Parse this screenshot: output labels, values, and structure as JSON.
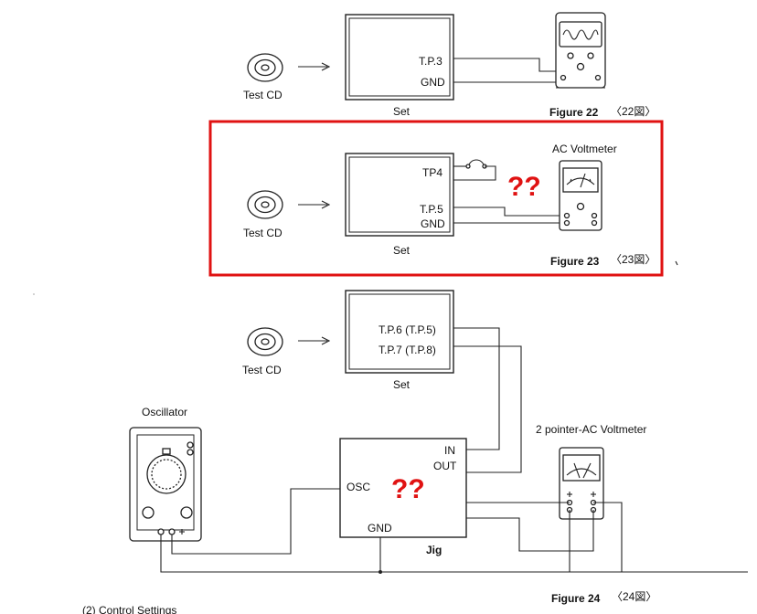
{
  "colors": {
    "highlight": "#e01212",
    "ink": "#111111",
    "question": "#e01212"
  },
  "fig22": {
    "source_label": "Test CD",
    "tp_label": "T.P.3",
    "gnd_label": "GND",
    "set_label": "Set",
    "caption_main": "Figure 22",
    "caption_ref": "〈22図〉",
    "instrument_icon": "oscilloscope-icon"
  },
  "fig23": {
    "source_label": "Test CD",
    "tp4_label": "TP4",
    "tp5_label": "T.P.5",
    "gnd_label": "GND",
    "set_label": "Set",
    "meter_label": "AC Voltmeter",
    "question": "??",
    "caption_main": "Figure 23",
    "caption_ref": "〈23図〉",
    "instrument_icon": "ac-voltmeter-icon"
  },
  "fig24": {
    "source_label": "Test CD",
    "tp6_label": "T.P.6 (T.P.5)",
    "tp7_label": "T.P.7 (T.P.8)",
    "set_label": "Set",
    "oscillator_label": "Oscillator",
    "jig_in": "IN",
    "jig_out": "OUT",
    "jig_osc": "OSC",
    "jig_gnd": "GND",
    "jig_label": "Jig",
    "question": "??",
    "meter_label": "2 pointer-AC Voltmeter",
    "caption_main": "Figure 24",
    "caption_ref": "〈24図〉",
    "instrument_icon": "two-pointer-voltmeter-icon"
  },
  "footer": {
    "section_heading": "(2)  Control Settings"
  }
}
